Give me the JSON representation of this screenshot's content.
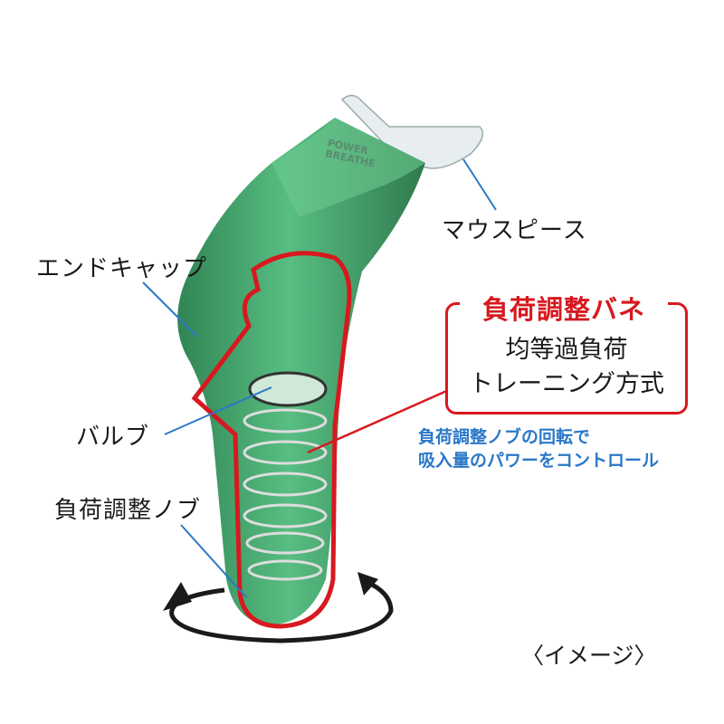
{
  "labels": {
    "mouthpiece": "マウスピース",
    "end_cap": "エンドキャップ",
    "valve": "バルブ",
    "load_knob": "負荷調整ノブ"
  },
  "callout": {
    "title": "負荷調整バネ",
    "line1": "均等過負荷",
    "line2": "トレーニング方式"
  },
  "note": {
    "line1": "負荷調整ノブの回転で",
    "line2": "吸入量のパワーをコントロール"
  },
  "image_note": "〈イメージ〉",
  "logo": {
    "line1": "POWER",
    "line2": "BREATHE"
  },
  "colors": {
    "accent_red": "#d7191f",
    "note_blue": "#2a78c8",
    "device_green": "#2f9a5a"
  }
}
